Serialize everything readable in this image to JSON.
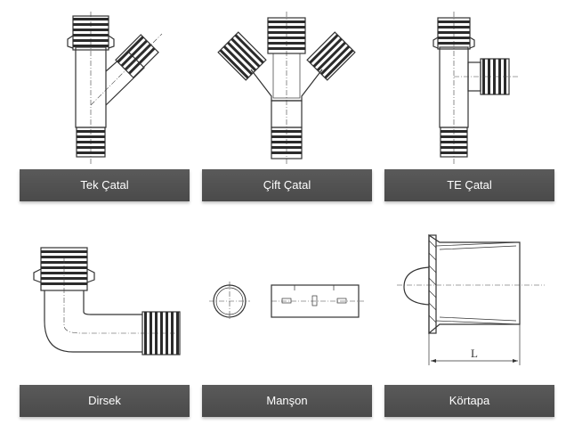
{
  "products": [
    {
      "label": "Tek Çatal",
      "icon": "tek-catal-icon"
    },
    {
      "label": "Çift Çatal",
      "icon": "cift-catal-icon"
    },
    {
      "label": "TE Çatal",
      "icon": "te-catal-icon"
    },
    {
      "label": "Dirsek",
      "icon": "dirsek-icon"
    },
    {
      "label": "Manşon",
      "icon": "manson-icon"
    },
    {
      "label": "Körtapa",
      "icon": "kortapa-icon"
    }
  ],
  "kortapa_dimension": "L",
  "colors": {
    "label_bg": "#4d4d4d",
    "label_text": "#ffffff",
    "drawing": "#333333"
  }
}
